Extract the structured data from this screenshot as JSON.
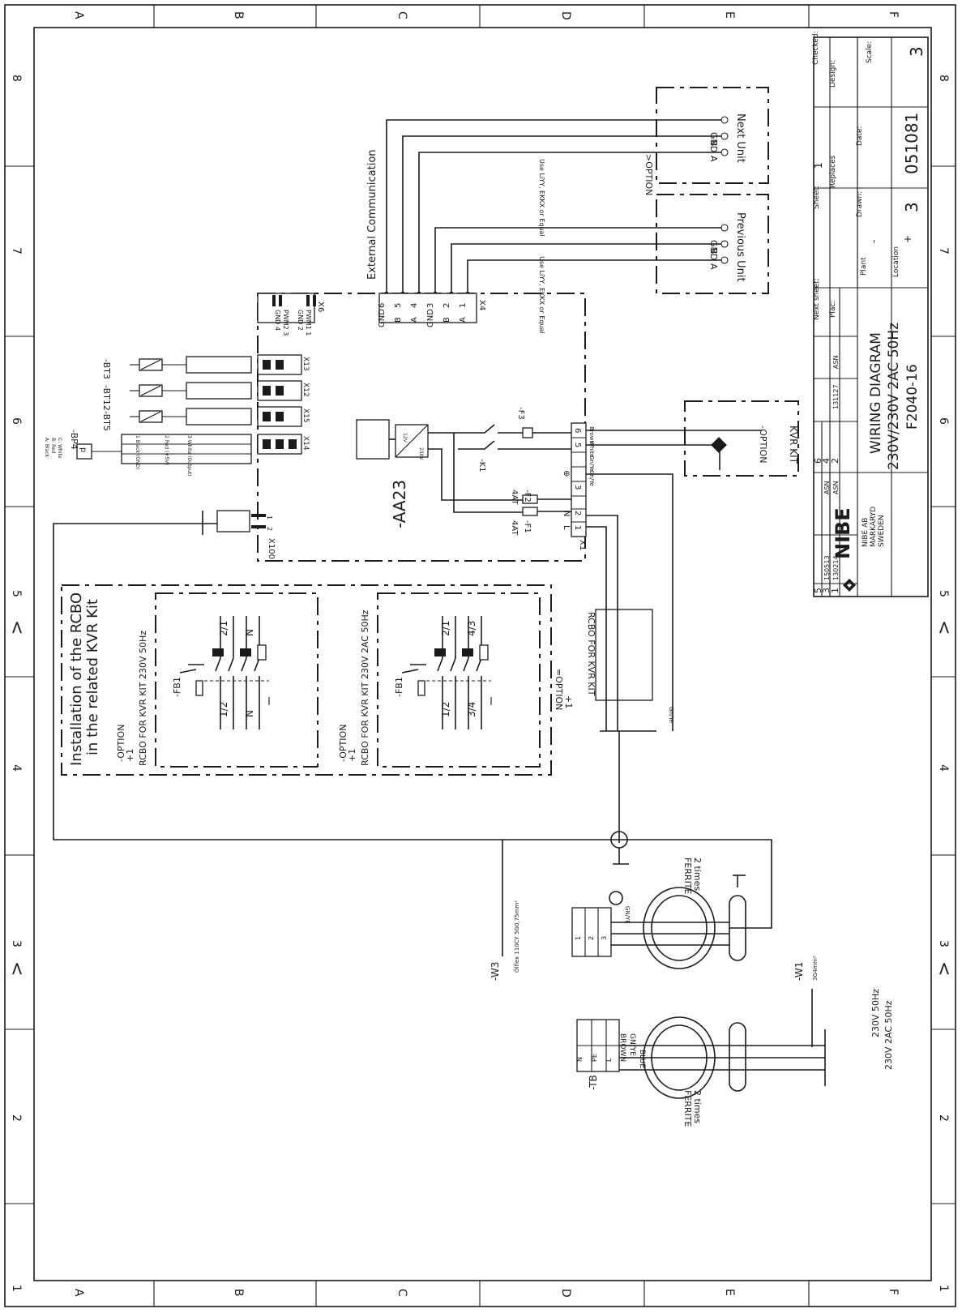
{
  "frame": {
    "columns": [
      "A",
      "B",
      "C",
      "D",
      "E",
      "F"
    ],
    "rows": [
      "8",
      "7",
      "6",
      "5",
      "4",
      "3",
      "2",
      "1"
    ],
    "markers": [
      "<",
      "<"
    ]
  },
  "title_block": {
    "checked_label": "Checked:",
    "design_label": "Design:",
    "scale_label": "Scale:",
    "scale_value": "3",
    "sheet_label": "Sheet:",
    "sheet_value": "1",
    "replaces_label": "Replaces",
    "date_label": "Date:",
    "drawn_label": "Drawn:",
    "drawing_number": "051081",
    "drawn_value": "3",
    "next_sheet_label": "Next sheet:",
    "plac_label": "Plac:",
    "plant_label": "Plant",
    "plant_value": "-",
    "location_label": "Location",
    "location_value": "+",
    "title_line1": "WIRING DIAGRAM",
    "title_line2": "230V/230V 2AC 50Hz",
    "title_line3": "F2040-16",
    "company": "NIBE",
    "company_line1": "NIBE AB",
    "company_line2": "MARKARYD",
    "company_line3": "SWEDEN",
    "revisions": [
      {
        "rev": "5",
        "date": "",
        "sign": "",
        "num": "6"
      },
      {
        "rev": "3",
        "date": "150513",
        "sign": "ASN",
        "num": "4"
      },
      {
        "rev": "1",
        "date": "130214",
        "sign": "ASN",
        "num": "2"
      }
    ],
    "rev_date_extra": "131127",
    "rev_sign_extra": "ASN"
  },
  "communication": {
    "external_title": "External Communication",
    "x4_label": "X4",
    "x4_pins": [
      "GND",
      "6",
      "B",
      "5",
      "A",
      "4",
      "GND",
      "3",
      "B",
      "2",
      "A",
      "1"
    ],
    "next_unit": "Next Unit",
    "previous_unit": "Previous Unit",
    "option_label": ">OPTION",
    "cable_note": "Use LiYY, EKKX or Equal",
    "terms": [
      "GND",
      "B",
      "A"
    ]
  },
  "controller": {
    "aa23": "-AA23",
    "x6_label": "X6",
    "x6_pins": [
      "GND 4",
      "PWM2 3",
      "GND 2",
      "PWM1 1"
    ],
    "xb_labels": [
      "X13",
      "X12",
      "X15",
      "X14"
    ],
    "sensors": [
      "-BT3",
      "-BT12",
      "-BT5"
    ],
    "bp4": "-BP4",
    "bp4_p": "p",
    "bp4_colors": [
      "A: Black",
      "B: Red",
      "C: White"
    ],
    "bp4_wires": [
      "1 Black (GND)",
      "2 Red (+5V)",
      "3 White (Output)"
    ],
    "x100_label": "X100",
    "x100_pins": [
      "1",
      "2"
    ],
    "x1_label": "X1",
    "x1_terms": [
      "1",
      "L",
      "2",
      "N",
      "3",
      "⊕",
      "5",
      "6"
    ],
    "f1": "-F1",
    "f2": "-F2",
    "f1_rating": "4AT",
    "f2_rating": "4AT",
    "f3": "-F3",
    "k1": "-K1",
    "psu_in": "230V",
    "psu_out": "12V",
    "wire_colors": [
      "Brown",
      "White",
      "Gn/Ye",
      "Gn/Ye"
    ]
  },
  "kvr": {
    "option_label": "-OPTION",
    "kit_label": "KVR KIT",
    "rcbo_label": "RCBO FOR KVR KIT",
    "rcbo_option": "=OPTION",
    "rcbo_plus": "+1",
    "wire_gnye": "Gn/Ye"
  },
  "installation": {
    "title_line1": "Installation of the RCBO",
    "title_line2": "in the related KVR Kit",
    "left_option": "-OPTION",
    "left_plus": "+1",
    "left_label": "RCBO FOR KVR KIT  230V 50Hz",
    "right_option": "-OPTION",
    "right_plus": "+1",
    "right_label": "RCBO FOR KVR KIT  230V 2AC 50Hz",
    "fb1": "-FB1",
    "terms_1p": [
      "1/2",
      "2/1",
      "N",
      "N"
    ],
    "terms_2p": [
      "1/2",
      "2/1",
      "3/4",
      "4/3"
    ]
  },
  "supply": {
    "w3": "-W3",
    "w3_cable": "Ölflex 110CY 5G0,75mm²",
    "w1": "-W1",
    "w1_cable": "3G4mm²",
    "ferrite": "FERRITE",
    "ferrite_times": "2 times",
    "tb": "-TB",
    "tb_terms": [
      "N",
      "PE",
      "L"
    ],
    "wire_names": [
      "BLUE",
      "GN/YE",
      "BROWN"
    ],
    "w3_terms": [
      "1",
      "2",
      "3"
    ],
    "w3_wire_gnye": "GN/YE",
    "v1": "230V 50Hz",
    "v2": "230V 2AC 50Hz"
  }
}
